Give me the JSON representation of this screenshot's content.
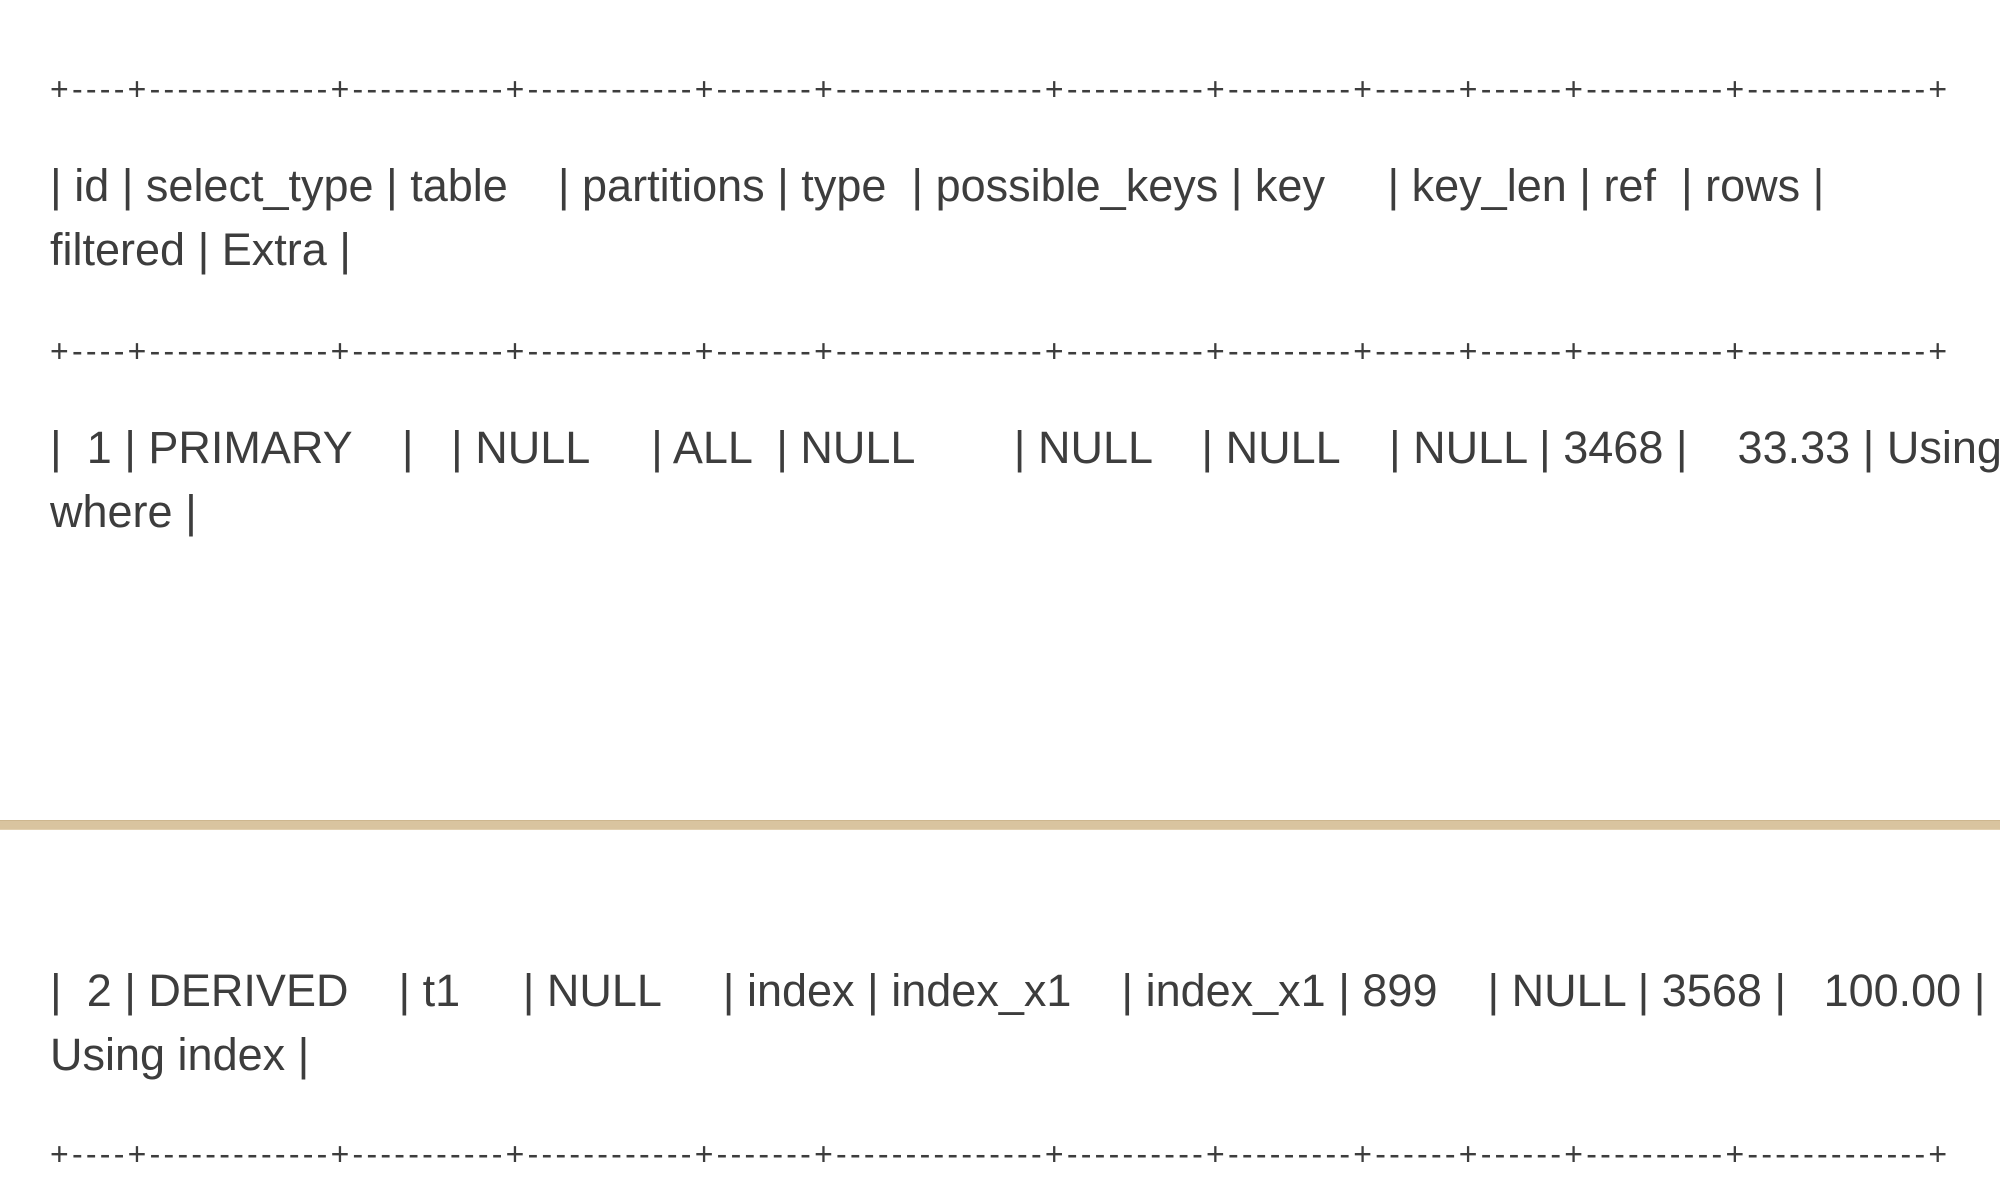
{
  "explain_output": {
    "border": "+----+-------------+-----------+------------+-------+---------------+----------+---------+------+------+----------+-------------+",
    "header": {
      "line1": "| id | select_type | table    | partitions | type  | possible_keys | key     | key_len | ref  | rows |",
      "line2": "filtered | Extra |"
    },
    "row1": {
      "line1": "|  1 | PRIMARY    |   | NULL     | ALL  | NULL        | NULL    | NULL    | NULL | 3468 |    33.33 | Using",
      "line2": "where |"
    },
    "row2": {
      "line1": "|  2 | DERIVED    | t1     | NULL     | index | index_x1    | index_x1 | 899    | NULL | 3568 |   100.00 |",
      "line2": "Using index |"
    }
  },
  "colors": {
    "text": "#3d3d3d",
    "divider": "#d9c49f",
    "background": "#ffffff"
  }
}
